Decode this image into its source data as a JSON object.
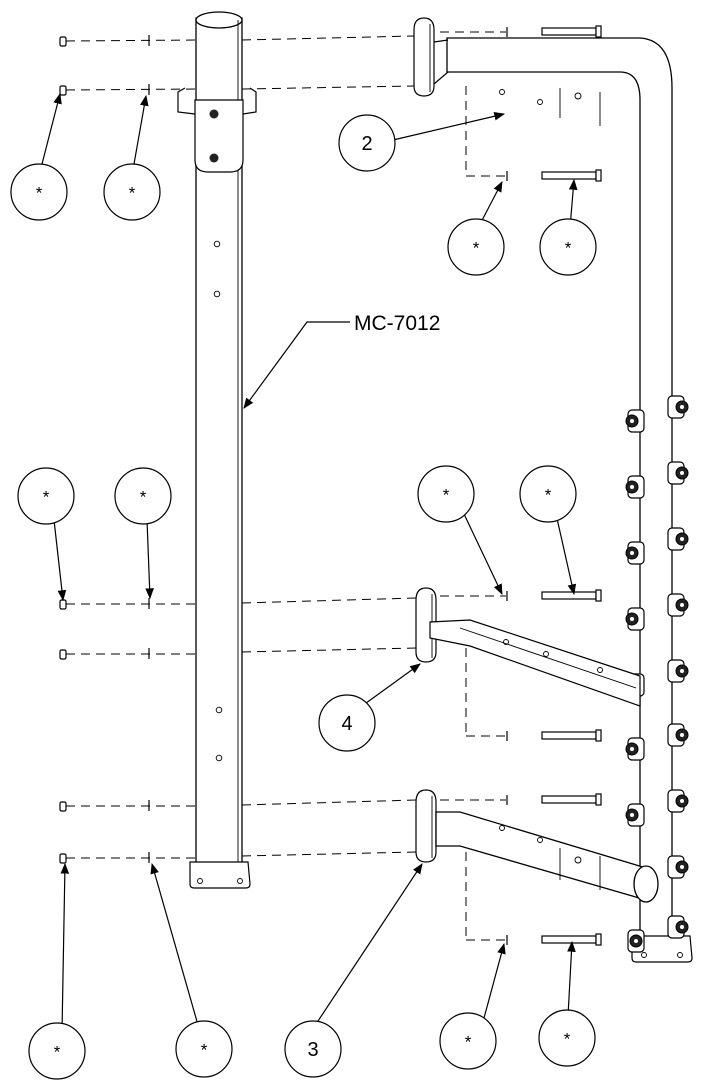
{
  "diagram": {
    "part_label": "MC-7012",
    "callouts": {
      "c2": "2",
      "c3": "3",
      "c4": "4",
      "star": "*"
    }
  }
}
